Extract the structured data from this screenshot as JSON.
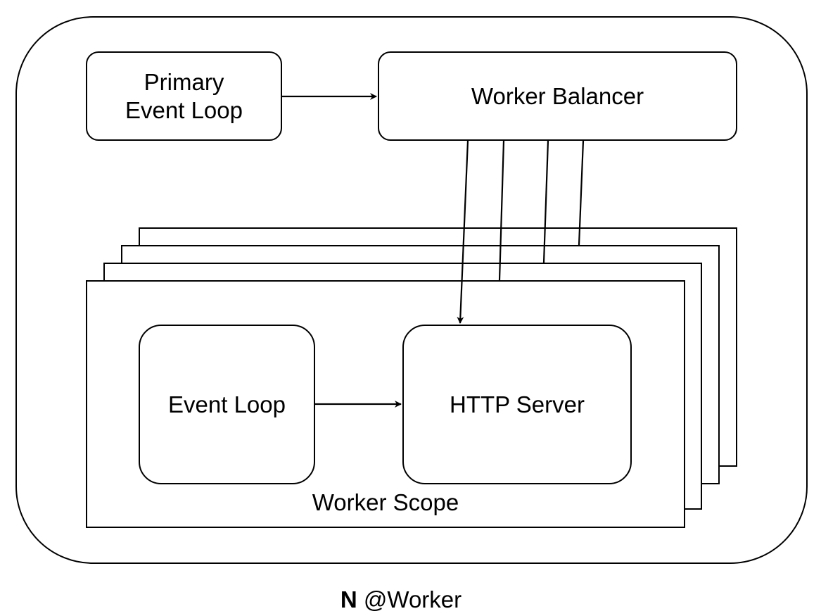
{
  "diagram": {
    "primary_event_loop": "Primary\nEvent Loop",
    "worker_balancer": "Worker Balancer",
    "event_loop": "Event Loop",
    "http_server": "HTTP Server",
    "worker_scope": "Worker Scope",
    "caption": {
      "count": "N",
      "name": " @Worker"
    }
  }
}
